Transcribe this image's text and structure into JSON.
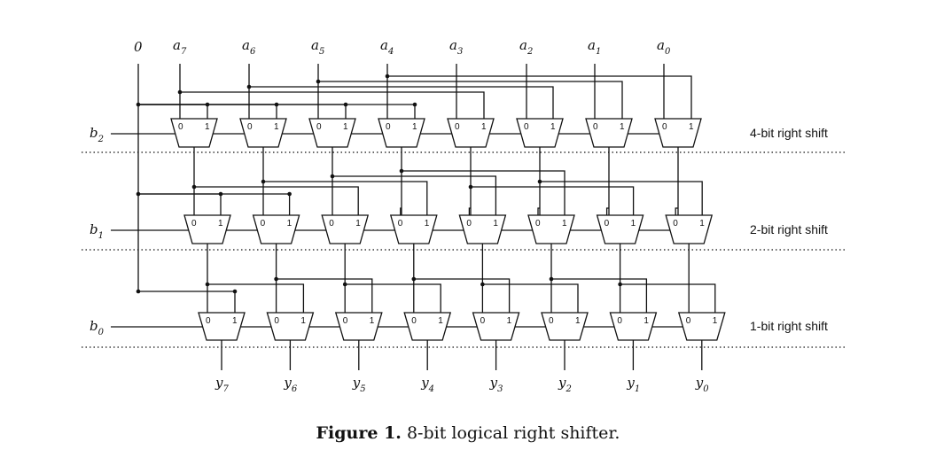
{
  "inputs": {
    "zero": "0",
    "a": [
      {
        "base": "a",
        "sub": "7"
      },
      {
        "base": "a",
        "sub": "6"
      },
      {
        "base": "a",
        "sub": "5"
      },
      {
        "base": "a",
        "sub": "4"
      },
      {
        "base": "a",
        "sub": "3"
      },
      {
        "base": "a",
        "sub": "2"
      },
      {
        "base": "a",
        "sub": "1"
      },
      {
        "base": "a",
        "sub": "0"
      }
    ]
  },
  "selects": [
    {
      "base": "b",
      "sub": "2"
    },
    {
      "base": "b",
      "sub": "1"
    },
    {
      "base": "b",
      "sub": "0"
    }
  ],
  "stages": [
    "4-bit right shift",
    "2-bit right shift",
    "1-bit right shift"
  ],
  "shifts": [
    4,
    2,
    1
  ],
  "mux_labels": {
    "in0": "0",
    "in1": "1"
  },
  "outputs": [
    {
      "base": "y",
      "sub": "7"
    },
    {
      "base": "y",
      "sub": "6"
    },
    {
      "base": "y",
      "sub": "5"
    },
    {
      "base": "y",
      "sub": "4"
    },
    {
      "base": "y",
      "sub": "3"
    },
    {
      "base": "y",
      "sub": "2"
    },
    {
      "base": "y",
      "sub": "1"
    },
    {
      "base": "y",
      "sub": "0"
    }
  ],
  "caption": {
    "label": "Figure 1.",
    "text": " 8-bit logical right shifter."
  }
}
